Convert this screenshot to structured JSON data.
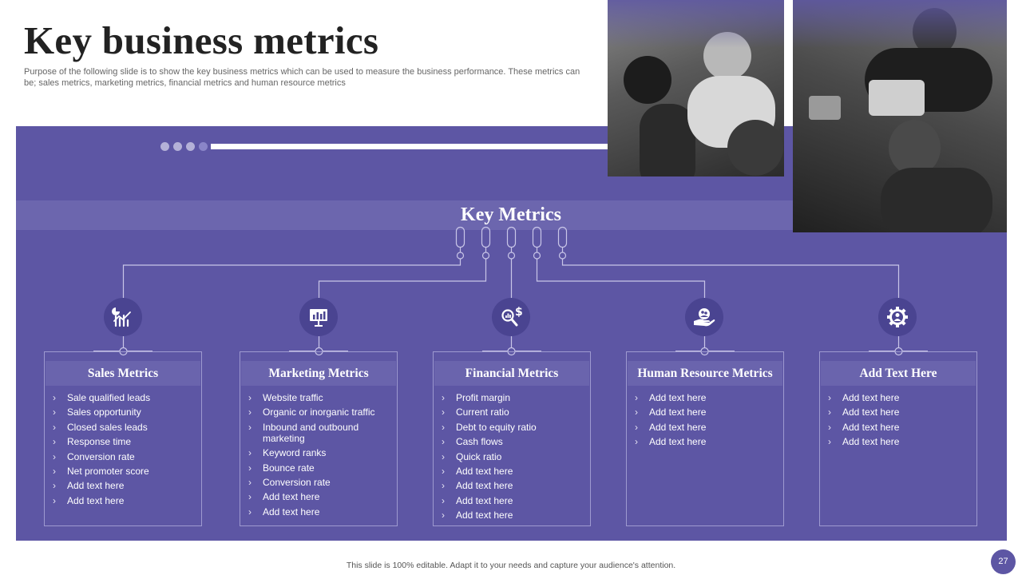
{
  "header": {
    "title": "Key business metrics",
    "subtitle": "Purpose of the following slide is to show the key business metrics which can be used to measure the business performance. These metrics can be; sales metrics, marketing metrics, financial metrics and human resource metrics"
  },
  "band": {
    "title": "Key Metrics"
  },
  "cards": [
    {
      "title": "Sales Metrics",
      "icon": "chart-icon",
      "items": [
        "Sale qualified leads",
        "Sales opportunity",
        "Closed sales leads",
        "Response time",
        "Conversion rate",
        "Net promoter score",
        "Add text here",
        "Add text here"
      ]
    },
    {
      "title": "Marketing Metrics",
      "icon": "presentation-board-icon",
      "items": [
        "Website traffic",
        "Organic or inorganic traffic",
        "Inbound and outbound marketing",
        "Keyword ranks",
        "Bounce rate",
        "Conversion rate",
        "Add text here",
        "Add text here"
      ]
    },
    {
      "title": "Financial Metrics",
      "icon": "dollar-analysis-icon",
      "items": [
        "Profit margin",
        "Current ratio",
        "Debt to equity ratio",
        "Cash flows",
        "Quick ratio",
        "Add text here",
        "Add text here",
        "Add text here",
        "Add text here"
      ]
    },
    {
      "title": "Human Resource Metrics",
      "icon": "hand-people-icon",
      "items": [
        "Add text here",
        "Add text here",
        "Add text here",
        "Add text here"
      ]
    },
    {
      "title": "Add Text Here",
      "icon": "gear-person-icon",
      "items": [
        "Add text here",
        "Add text here",
        "Add text here",
        "Add text here"
      ]
    }
  ],
  "footer": {
    "text": "This slide is 100% editable. Adapt it to your needs and capture your audience's attention.",
    "page_number": "27"
  },
  "colors": {
    "panel": "#5d56a4",
    "band": "#6c66ae",
    "icon_bg": "#4a4491"
  }
}
